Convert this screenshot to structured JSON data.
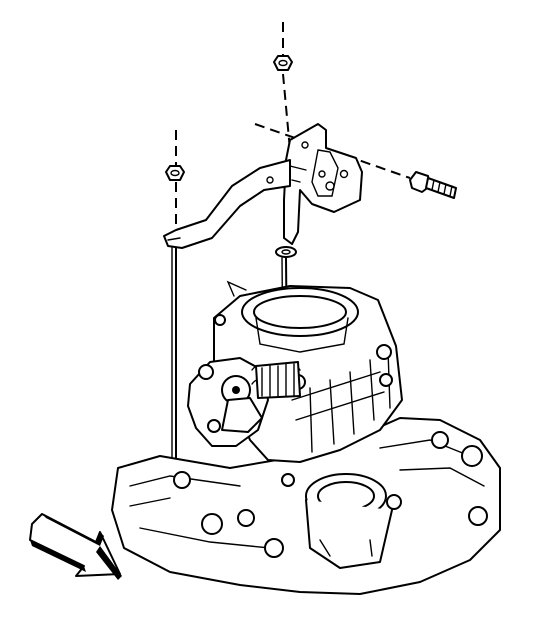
{
  "diagram": {
    "colors": {
      "line": "#000000",
      "background": "#ffffff"
    },
    "parts": [
      "upper-nut",
      "left-nut",
      "mounting-bracket",
      "bracket-arm",
      "side-bolt",
      "washer",
      "long-stud-left",
      "long-stud-right",
      "throttle-body",
      "intake-manifold",
      "thermostat-housing"
    ],
    "view_arrow": "orientation-arrow"
  }
}
